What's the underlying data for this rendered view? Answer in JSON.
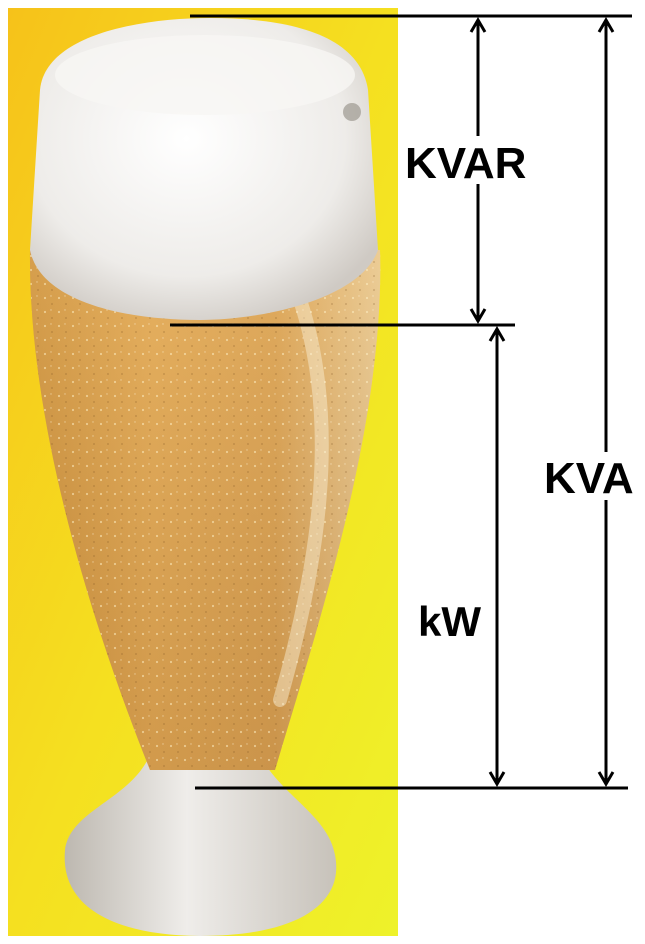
{
  "labels": {
    "kvar": "KVAR",
    "kva": "KVA",
    "kw": "kW"
  },
  "colors": {
    "background_panel": "#f2d21c",
    "beer": "#d9a24a",
    "foam": "#f1f0ee",
    "glass_base": "#d6d4cf",
    "lines": "#000000"
  }
}
